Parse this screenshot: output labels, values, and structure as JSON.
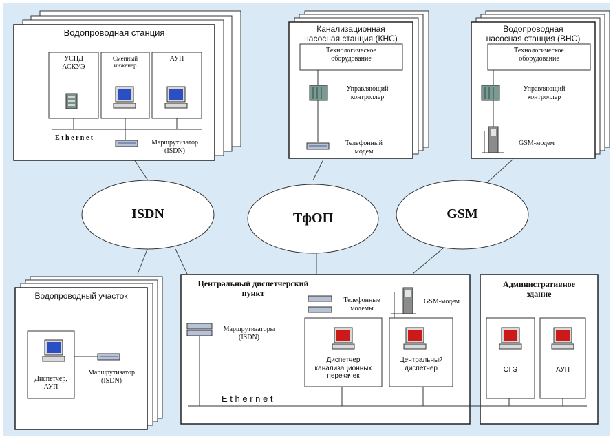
{
  "water_station": {
    "title": "Водопроводная станция",
    "uspd_label": "УСПД\nАСКУЭ",
    "engineer_label": "Сменный\nинженер",
    "aup_label": "АУП",
    "ethernet_label": "E t h e r n e t",
    "router_label": "Маршрутизатор\n(ISDN)"
  },
  "kns": {
    "title": "Канализационная\nнасосная станция (КНС)",
    "equipment_label": "Технологическое\nоборудование",
    "controller_label": "Управляющий\nконтроллер",
    "modem_label": "Телефонный\nмодем"
  },
  "vns": {
    "title": "Водопроводная\nнасосная станция (ВНС)",
    "equipment_label": "Технологическое\nоборудование",
    "controller_label": "Управляющий\nконтроллер",
    "gsm_label": "GSM-модем"
  },
  "networks": {
    "isdn": "ISDN",
    "pstn": "ТфОП",
    "gsm": "GSM"
  },
  "water_section": {
    "title": "Водопроводный участок",
    "dispatcher_label": "Диспетчер,\nАУП",
    "router_label": "Маршрутизатор\n(ISDN)"
  },
  "central": {
    "title": "Центральный диспетчерский\nпункт",
    "modems_label": "Телефонные\nмодемы",
    "gsm_label": "GSM-модем",
    "routers_label": "Маршрутизаторы\n(ISDN)",
    "sewer_dispatcher_label": "Диспетчер\nканализационных\nперекачек",
    "chief_dispatcher_label": "Центральный\nдиспетчер",
    "ethernet_label": "E t h e r n e t"
  },
  "admin": {
    "title": "Административное\nздание",
    "oge_label": "ОГЭ",
    "aup_label": "АУП"
  },
  "colors": {
    "background": "#d9eaf6",
    "box": "#ffffff",
    "border": "#222222",
    "monitor_screen": "#2a4fc4",
    "red_screen": "#cc1a1a"
  }
}
